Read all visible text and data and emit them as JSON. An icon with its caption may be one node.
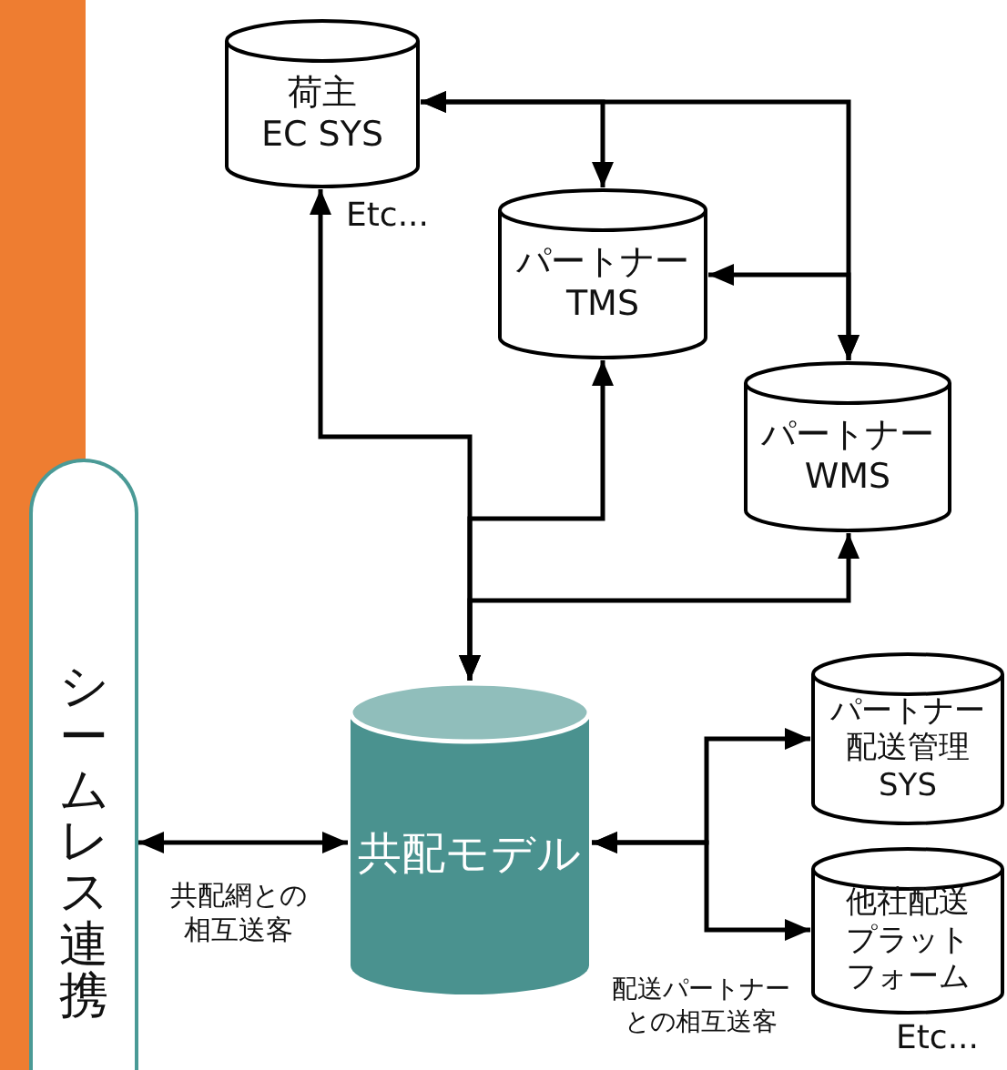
{
  "diagram": {
    "nodes": [
      {
        "text": [
          "荷主 EC SYS"
        ],
        "beside": [
          "Etc..."
        ]
      },
      {
        "text": [
          "パートナー TMS"
        ]
      },
      {
        "text": [
          "パートナー WMS"
        ]
      },
      {
        "text": [
          "シームレス連携"
        ]
      },
      {
        "text": [
          "共配モデル"
        ]
      },
      {
        "text": [
          "パートナー配送管理SYS"
        ]
      },
      {
        "text": [
          "他社配送プラットフォーム"
        ],
        "beside": [
          "Etc..."
        ]
      }
    ],
    "edges": [
      {
        "from": 4,
        "to": 0,
        "arrow": "both"
      },
      {
        "from": 4,
        "to": 1,
        "arrow": "both"
      },
      {
        "from": 4,
        "to": 2,
        "arrow": "both"
      },
      {
        "from": 0,
        "to": 1,
        "arrow": "both"
      },
      {
        "from": 0,
        "to": 2,
        "arrow": "both"
      },
      {
        "from": 1,
        "to": 2,
        "arrow": "both"
      },
      {
        "from": 3,
        "to": 4,
        "arrow": "both",
        "label": "共配網との相互送客"
      },
      {
        "from": 4,
        "to": 5,
        "arrow": "both"
      },
      {
        "from": 4,
        "to": 6,
        "arrow": "both",
        "label": "配送パートナーとの相互送客"
      }
    ]
  }
}
